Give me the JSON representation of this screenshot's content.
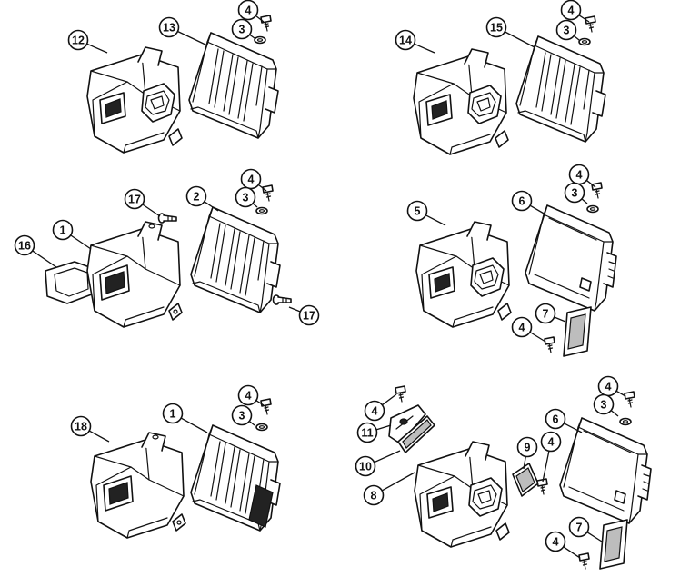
{
  "colors": {
    "line": "#111111",
    "background": "#ffffff",
    "shade": "#bdbdbd"
  },
  "callouts": [
    {
      "id": "c12a",
      "label": "12"
    },
    {
      "id": "c13a",
      "label": "13"
    },
    {
      "id": "c4a",
      "label": "4"
    },
    {
      "id": "c3a",
      "label": "3"
    },
    {
      "id": "c14a",
      "label": "14"
    },
    {
      "id": "c15a",
      "label": "15"
    },
    {
      "id": "c4b",
      "label": "4"
    },
    {
      "id": "c3b",
      "label": "3"
    },
    {
      "id": "c17a",
      "label": "17"
    },
    {
      "id": "c2a",
      "label": "2"
    },
    {
      "id": "c4c",
      "label": "4"
    },
    {
      "id": "c3c",
      "label": "3"
    },
    {
      "id": "c1a",
      "label": "1"
    },
    {
      "id": "c16a",
      "label": "16"
    },
    {
      "id": "c17b",
      "label": "17"
    },
    {
      "id": "c5a",
      "label": "5"
    },
    {
      "id": "c6a",
      "label": "6"
    },
    {
      "id": "c4d",
      "label": "4"
    },
    {
      "id": "c3d",
      "label": "3"
    },
    {
      "id": "c7a",
      "label": "7"
    },
    {
      "id": "c4e",
      "label": "4"
    },
    {
      "id": "c18a",
      "label": "18"
    },
    {
      "id": "c1b",
      "label": "1"
    },
    {
      "id": "c4f",
      "label": "4"
    },
    {
      "id": "c3e",
      "label": "3"
    },
    {
      "id": "c4g",
      "label": "4"
    },
    {
      "id": "c11a",
      "label": "11"
    },
    {
      "id": "c10a",
      "label": "10"
    },
    {
      "id": "c8a",
      "label": "8"
    },
    {
      "id": "c9a",
      "label": "9"
    },
    {
      "id": "c4h",
      "label": "4"
    },
    {
      "id": "c6b",
      "label": "6"
    },
    {
      "id": "c4i",
      "label": "4"
    },
    {
      "id": "c3f",
      "label": "3"
    },
    {
      "id": "c7b",
      "label": "7"
    },
    {
      "id": "c4j",
      "label": "4"
    }
  ]
}
